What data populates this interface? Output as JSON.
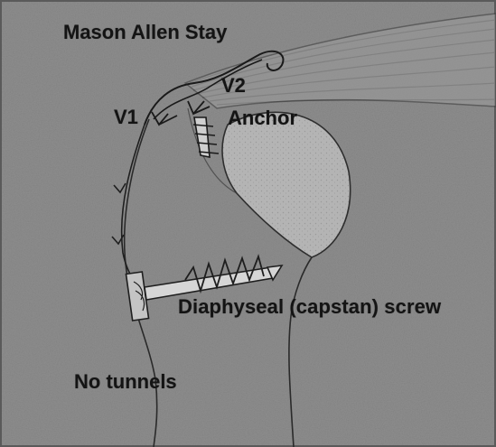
{
  "labels": {
    "mason_allen_stay": "Mason Allen Stay",
    "v2": "V2",
    "v1": "V1",
    "anchor": "Anchor",
    "screw": "Diaphyseal (capstan) screw",
    "tunnels": "No tunnels"
  },
  "colors": {
    "background": "#8d8d8d",
    "ink": "#262626",
    "humeral_head": "#b3b3b3",
    "screw_metal": "#d6d6d6"
  }
}
